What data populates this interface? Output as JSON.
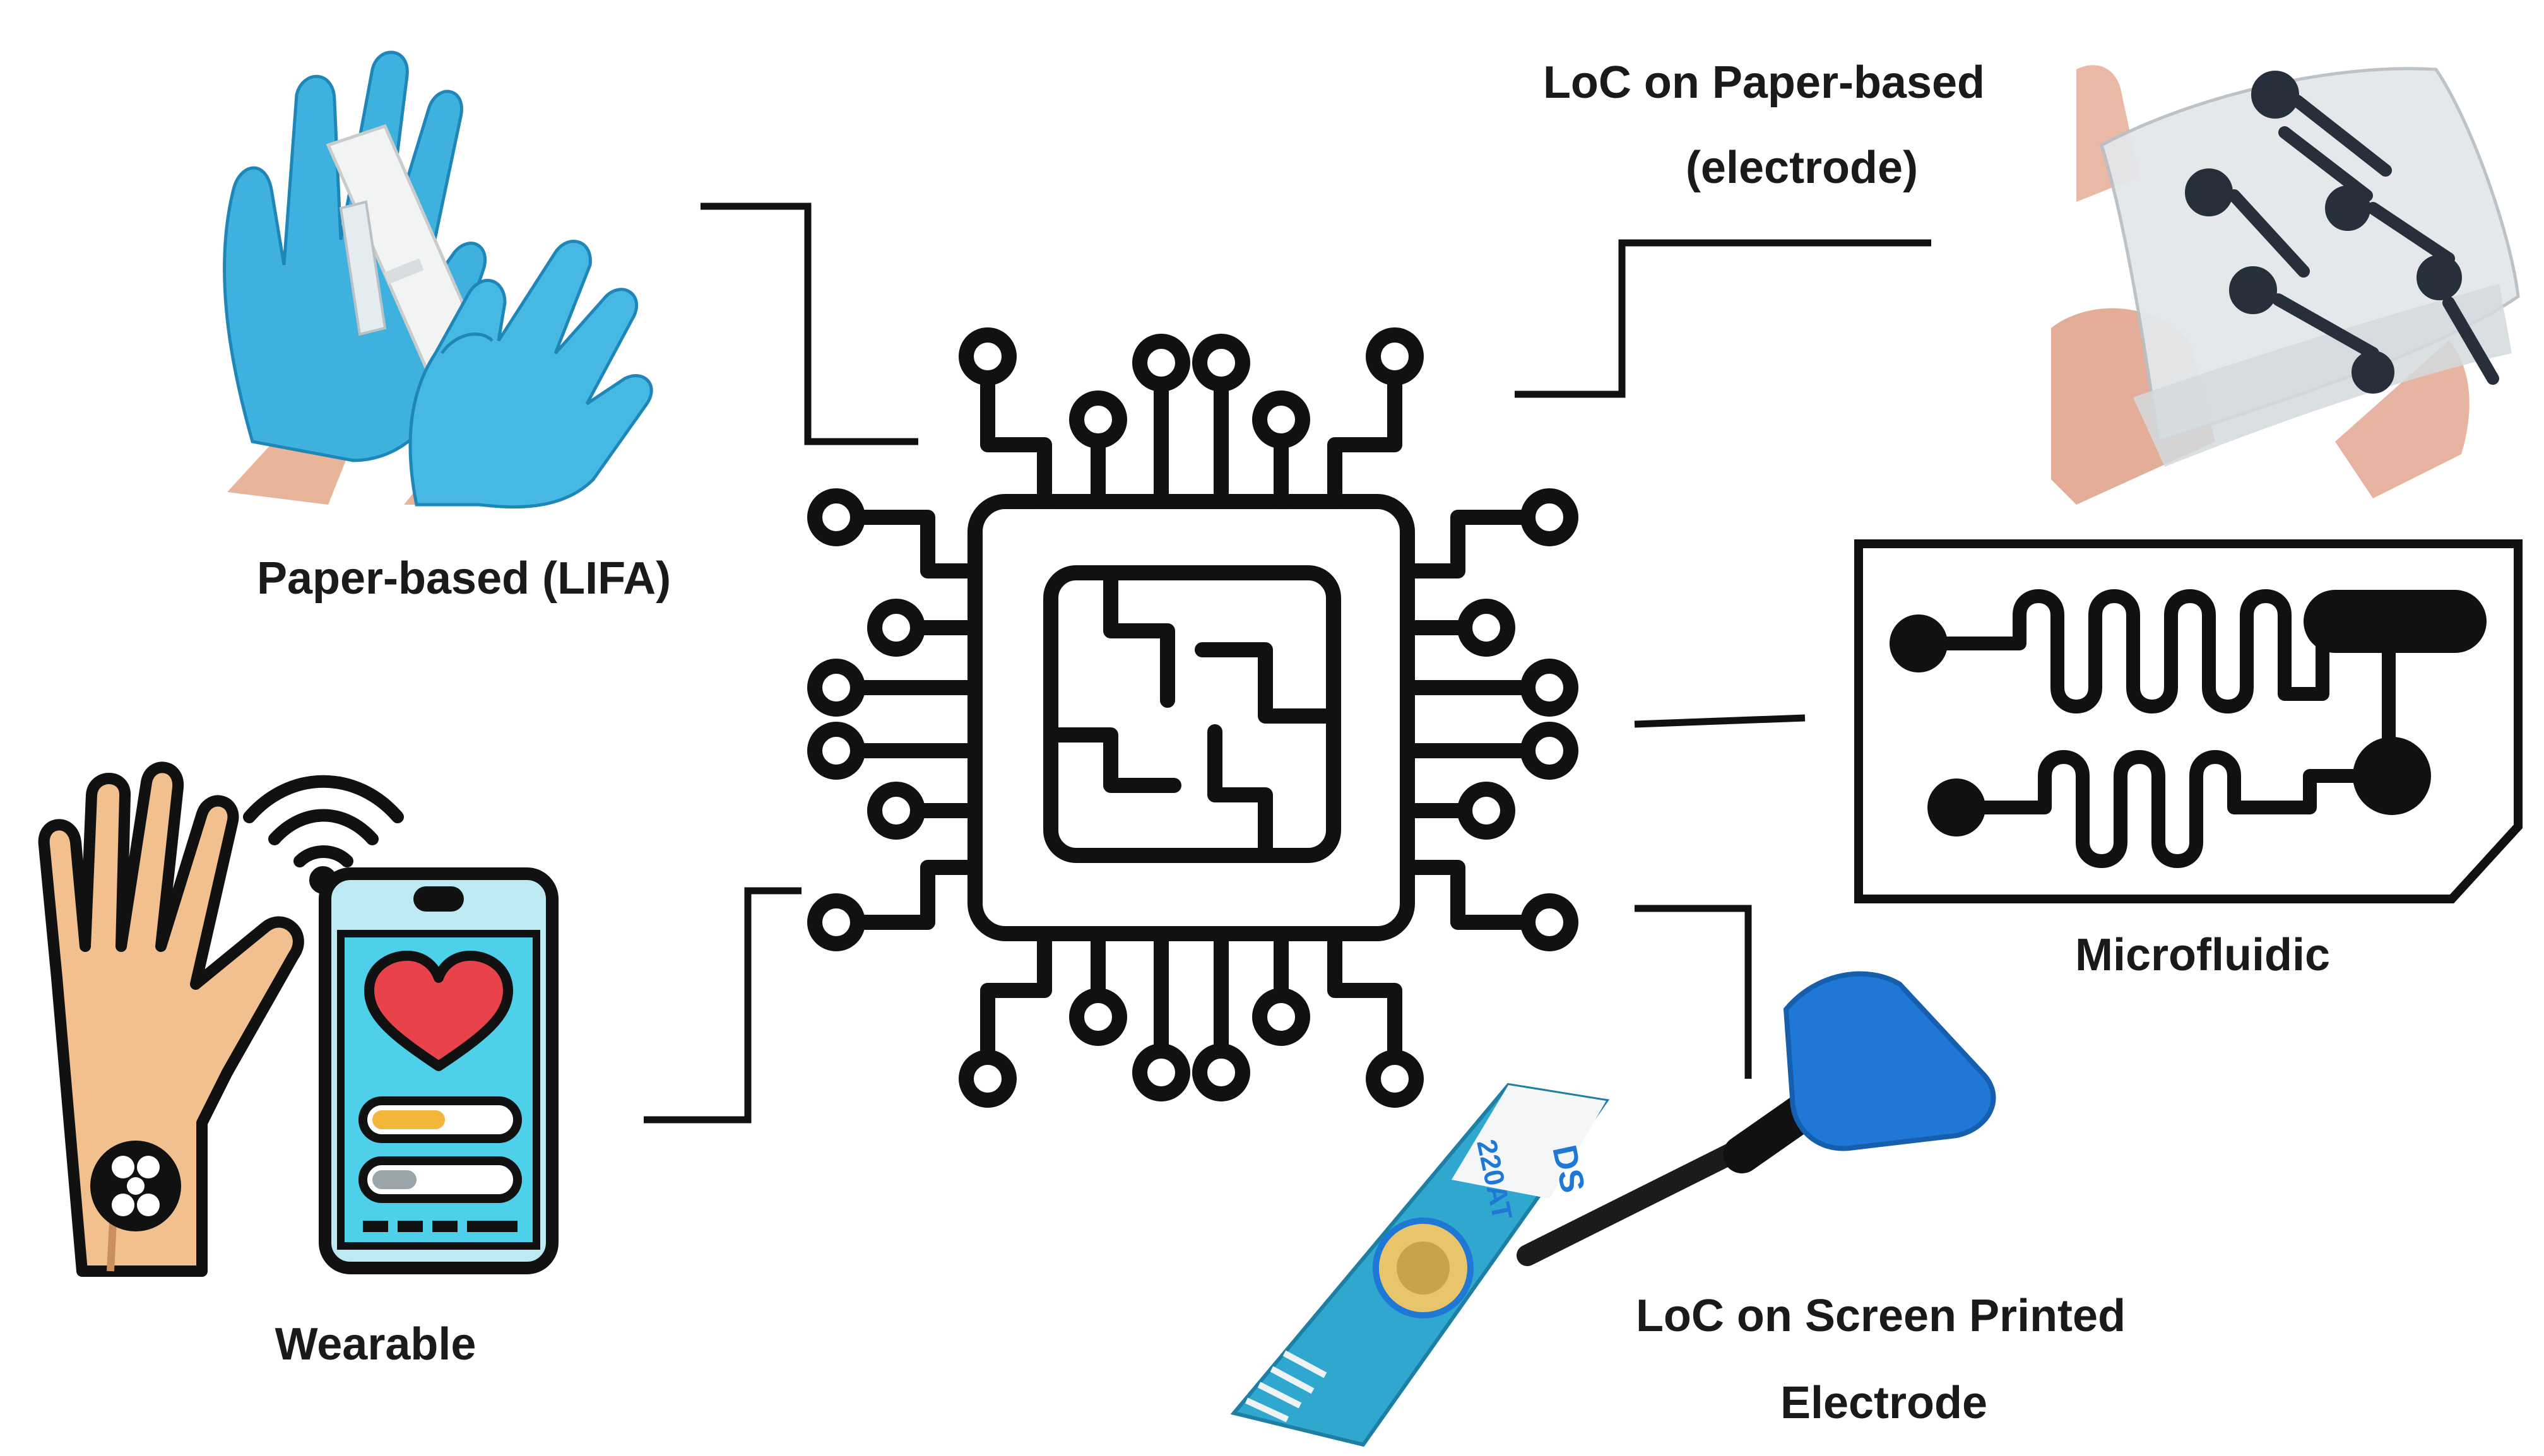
{
  "labels": {
    "paper_lifa": "Paper-based (LIFA)",
    "loc_paper_line1": "LoC on Paper-based",
    "loc_paper_line2": "(electrode)",
    "microfluidic": "Microfluidic",
    "wearable": "Wearable",
    "loc_spe_line1": "LoC on Screen Printed",
    "loc_spe_line2": "Electrode"
  },
  "electrode_brand": "DS",
  "electrode_model": "220AT",
  "colors": {
    "outline": "#111111",
    "glove_blue": "#3fb1de",
    "glove_dark": "#1f86b8",
    "skin": "#f2c08f",
    "phone_screen": "#4fd0ea",
    "heart": "#e8434b",
    "bar_yellow": "#f2b63a",
    "strip_blue": "#2fa7cf",
    "tape_blue": "#1f78d6"
  },
  "icons": [
    "chip-icon",
    "wifi-icon",
    "heart-icon",
    "hand-icon",
    "phone-icon",
    "microfluidic-chip-icon"
  ]
}
